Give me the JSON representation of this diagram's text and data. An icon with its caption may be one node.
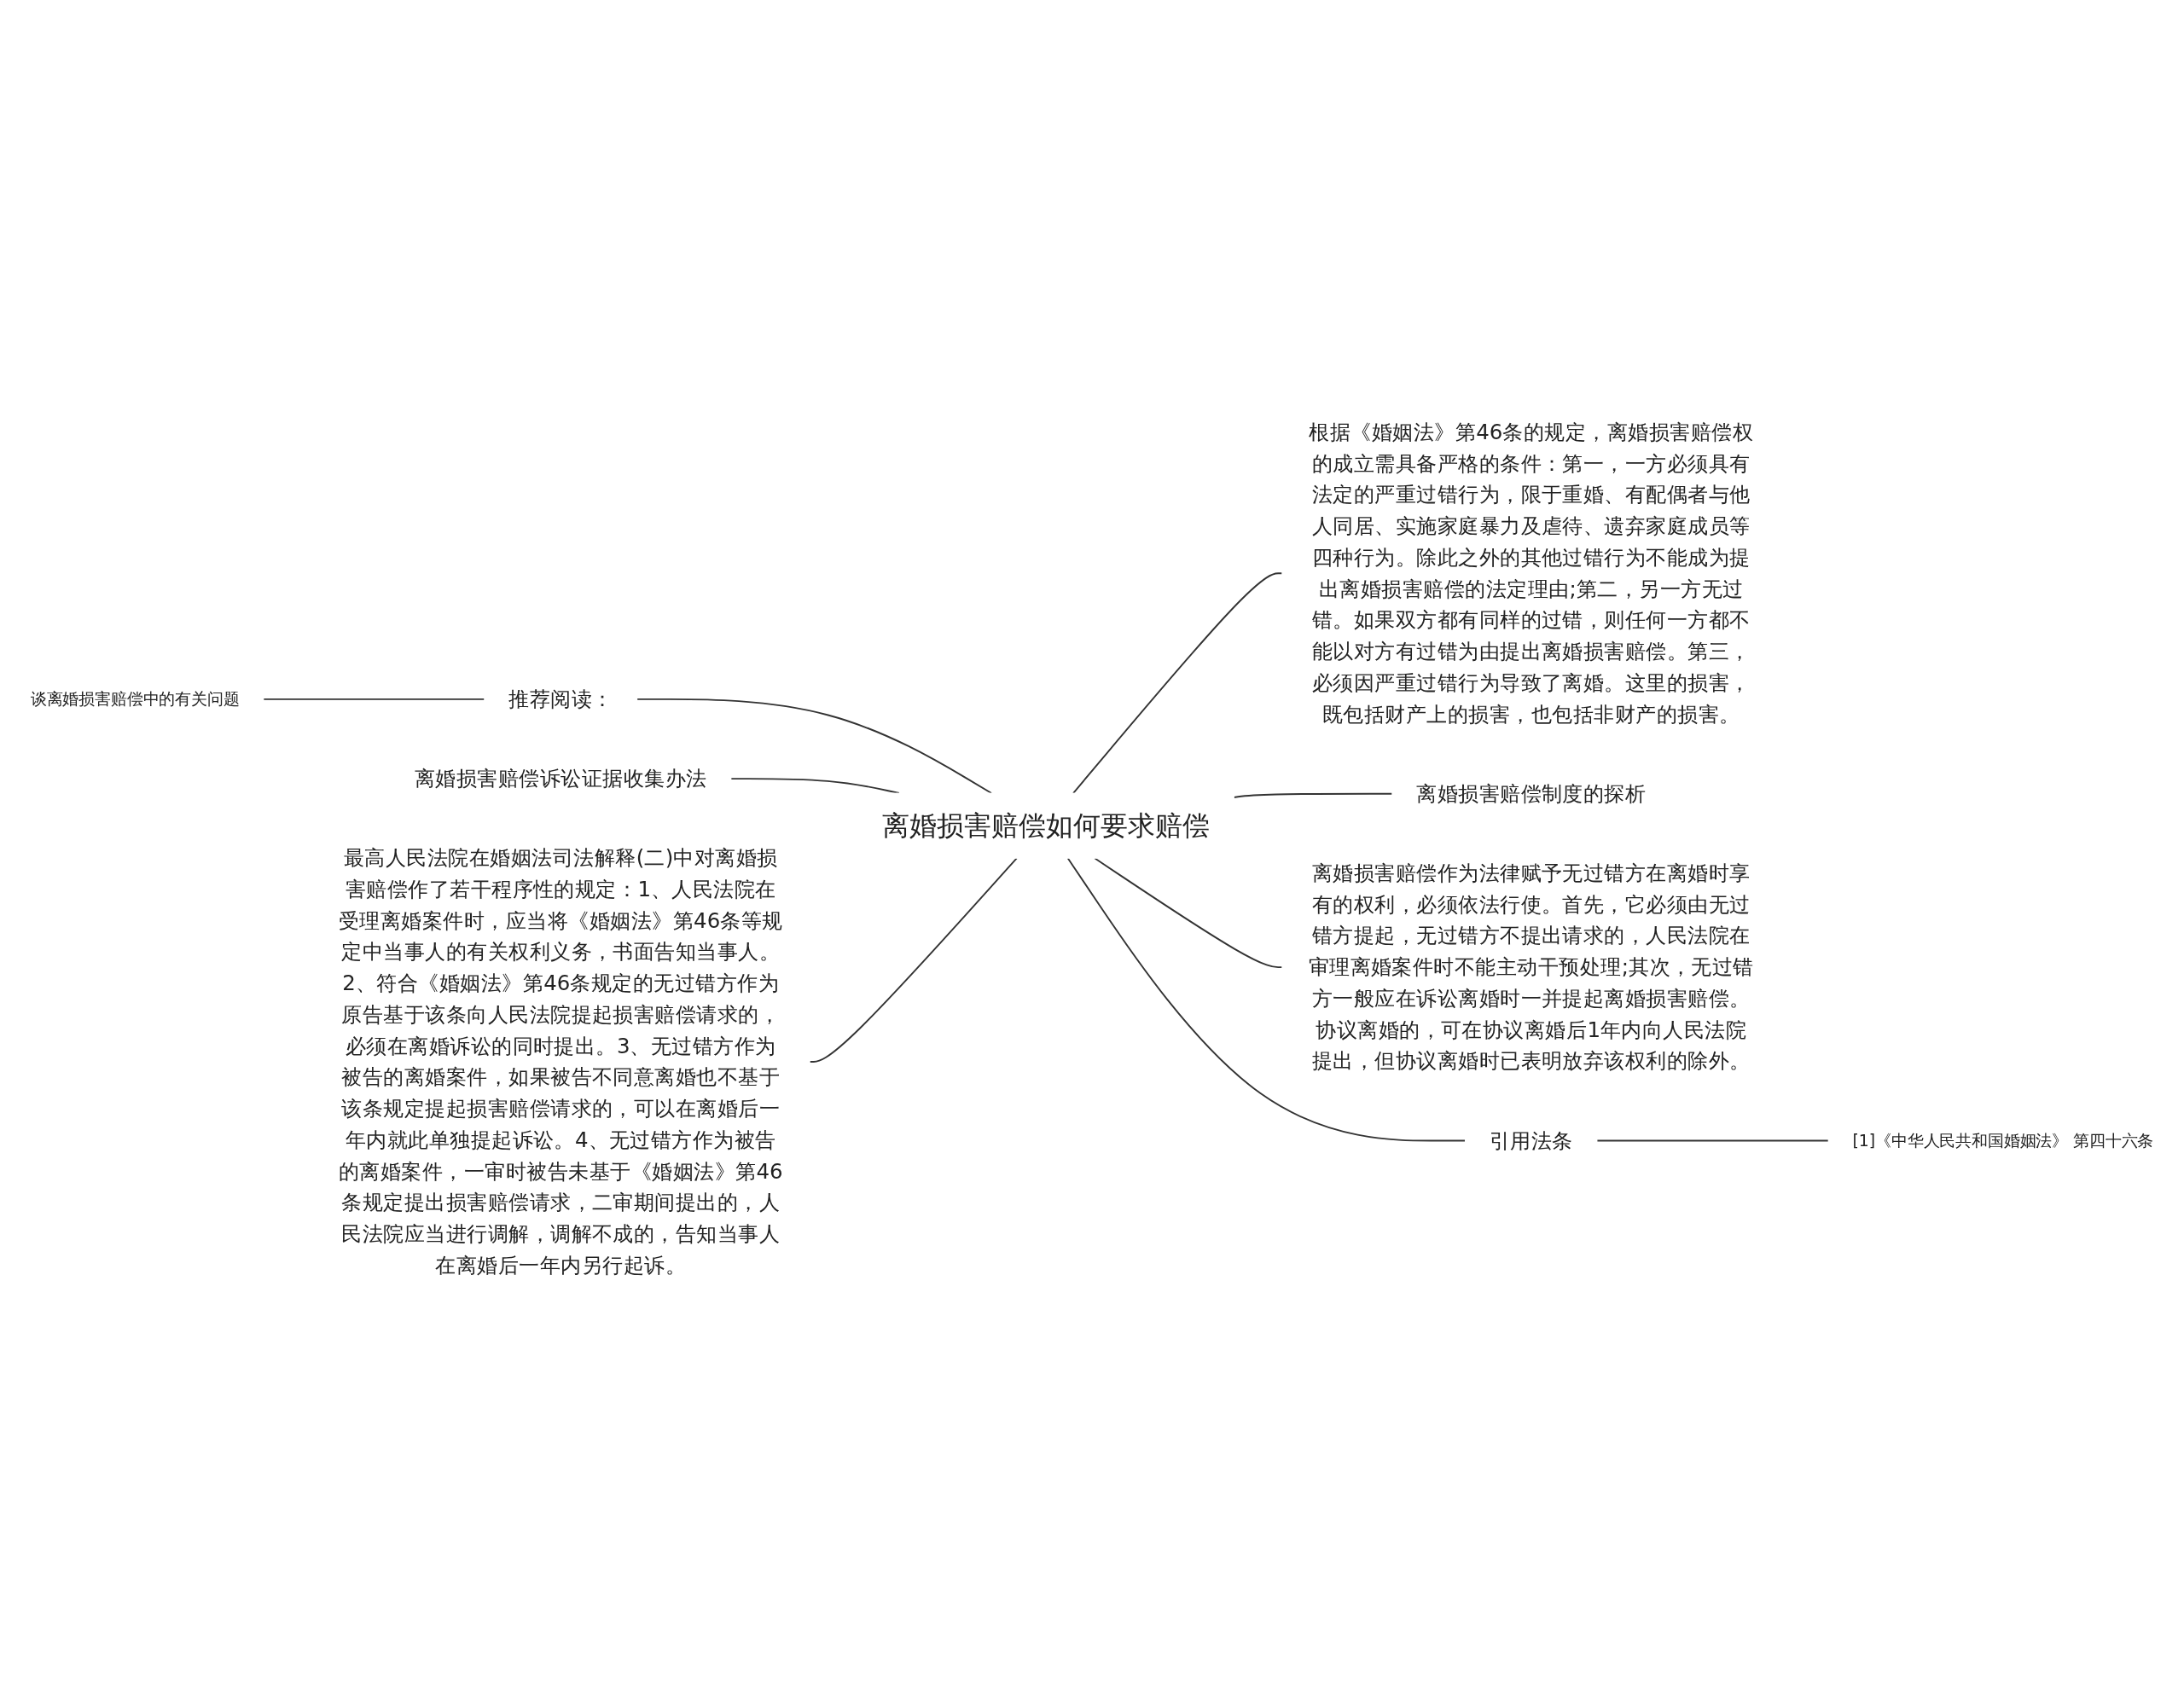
{
  "diagram": {
    "nodes": [
      {
        "text": [
          "离婚损害赔偿如何要求赔偿"
        ]
      },
      {
        "text": [
          "谈离婚损害赔偿中的有关问题"
        ]
      },
      {
        "text": [
          "推荐阅读："
        ]
      },
      {
        "text": [
          "离婚损害赔偿诉讼证据收集办法"
        ]
      },
      {
        "text": [
          "最高人民法院在婚姻法司法解释(二)中对离婚损害赔偿作了若干程序性的规定：1、人民法院在受理离婚案件时，应当将《婚姻法》第46条等规定中当事人的有关权利义务，书面告知当事人。2、符合《婚姻法》第46条规定的无过错方作为原告基于该条向人民法院提起损害赔偿请求的，必须在离婚诉讼的同时提出。3、无过错方作为被告的离婚案件，如果被告不同意离婚也不基于该条规定提起损害赔偿请求的，可以在离婚后一年内就此单独提起诉讼。4、无过错方作为被告的离婚案件，一审时被告未基于《婚姻法》第46条规定提出损害赔偿请求，二审期间提出的，人民法院应当进行调解，调解不成的，告知当事人在离婚后一年内另行起诉。"
        ]
      },
      {
        "text": [
          "根据《婚姻法》第46条的规定，离婚损害赔偿权的成立需具备严格的条件：第一，一方必须具有法定的严重过错行为，限于重婚、有配偶者与他人同居、实施家庭暴力及虐待、遗弃家庭成员等四种行为。除此之外的其他过错行为不能成为提出离婚损害赔偿的法定理由;第二，另一方无过错。如果双方都有同样的过错，则任何一方都不能以对方有过错为由提出离婚损害赔偿。第三，必须因严重过错行为导致了离婚。这里的损害，既包括财产上的损害，也包括非财产的损害。"
        ]
      },
      {
        "text": [
          "离婚损害赔偿制度的探析"
        ]
      },
      {
        "text": [
          "离婚损害赔偿作为法律赋予无过错方在离婚时享有的权利，必须依法行使。首先，它必须由无过错方提起，无过错方不提出请求的，人民法院在审理离婚案件时不能主动干预处理;其次，无过错方一般应在诉讼离婚时一并提起离婚损害赔偿。协议离婚的，可在协议离婚后1年内向人民法院提出，但协议离婚时已表明放弃该权利的除外。"
        ]
      },
      {
        "text": [
          "引用法条"
        ]
      },
      {
        "text": [
          "[1]《中华人民共和国婚姻法》 第四十六条"
        ]
      }
    ],
    "edges": [
      {
        "from": 0,
        "to": 2,
        "arrow": "none"
      },
      {
        "from": 2,
        "to": 1,
        "arrow": "none"
      },
      {
        "from": 0,
        "to": 3,
        "arrow": "none"
      },
      {
        "from": 0,
        "to": 4,
        "arrow": "none"
      },
      {
        "from": 0,
        "to": 5,
        "arrow": "none"
      },
      {
        "from": 0,
        "to": 6,
        "arrow": "none"
      },
      {
        "from": 0,
        "to": 7,
        "arrow": "none"
      },
      {
        "from": 0,
        "to": 8,
        "arrow": "none"
      },
      {
        "from": 8,
        "to": 9,
        "arrow": "none"
      }
    ]
  }
}
